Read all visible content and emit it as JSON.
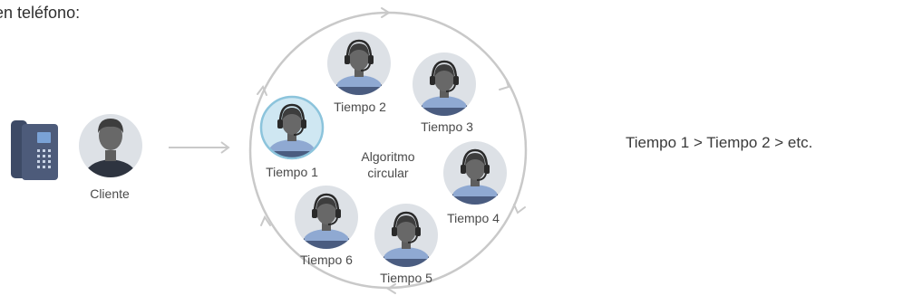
{
  "heading": "en teléfono:",
  "client": {
    "label": "Cliente"
  },
  "center": {
    "line1": "Algoritmo",
    "line2": "circular"
  },
  "agents": [
    {
      "id": 1,
      "label": "Tiempo 1",
      "highlighted": true
    },
    {
      "id": 2,
      "label": "Tiempo 2",
      "highlighted": false
    },
    {
      "id": 3,
      "label": "Tiempo 3",
      "highlighted": false
    },
    {
      "id": 4,
      "label": "Tiempo 4",
      "highlighted": false
    },
    {
      "id": 5,
      "label": "Tiempo 5",
      "highlighted": false
    },
    {
      "id": 6,
      "label": "Tiempo 6",
      "highlighted": false
    }
  ],
  "rule_text": "Tiempo 1 > Tiempo 2 > etc.",
  "colors": {
    "circle_bg": "#dde1e6",
    "highlight_bg": "#cfe7f2",
    "highlight_ring": "#8cc4dc",
    "skin": "#686868",
    "hair": "#3d3d3d",
    "shirt": "#8fa9d2",
    "suit": "#4a5c80",
    "client_shirt": "#2e3440",
    "ring_stroke": "#c9c9c9",
    "phone_body": "#3d4a66",
    "phone_screen": "#7aa2d6"
  },
  "icons": [
    "desk-phone-icon",
    "client-avatar-icon",
    "agent-headset-icon",
    "arrow-right-icon",
    "cycle-arrow-icon"
  ]
}
